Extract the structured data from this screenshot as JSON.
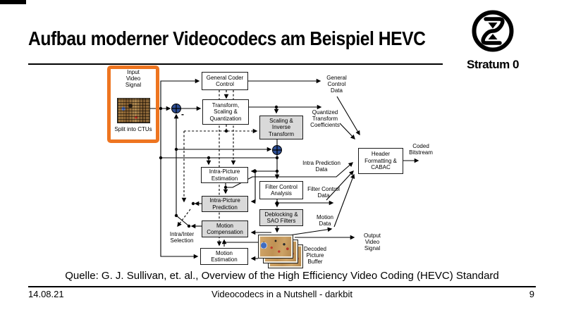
{
  "slide": {
    "title": "Aufbau moderner Videocodecs am Beispiel HEVC",
    "source": "Quelle: G. J. Sullivan, et. al., Overview of the High Efficiency Video Coding (HEVC) Standard",
    "footer": {
      "date": "14.08.21",
      "title": "Videocodecs in a Nutshell - darkbit",
      "page": "9"
    },
    "logo_caption": "Stratum 0"
  },
  "diagram": {
    "boxes": {
      "general_coder_control": "General Coder\nControl",
      "transform_scaling_quantization": "Transform,\nScaling &\nQuantization",
      "scaling_inverse_transform": "Scaling &\nInverse\nTransform",
      "intra_picture_estimation": "Intra-Picture\nEstimation",
      "filter_control_analysis": "Filter Control\nAnalysis",
      "intra_picture_prediction": "Intra-Picture\nPrediction",
      "deblocking_sao_filters": "Deblocking &\nSAO Filters",
      "motion_compensation": "Motion\nCompensation",
      "motion_estimation": "Motion\nEstimation",
      "header_formatting_cabac": "Header\nFormatting &\nCABAC"
    },
    "labels": {
      "input_video_signal": "Input\nVideo\nSignal",
      "split_into_ctus": "Split into CTUs",
      "general_control_data": "General\nControl\nData",
      "quantized_transform_coefficients": "Quantized\nTransform\nCoefficients",
      "intra_prediction_data": "Intra Prediction\nData",
      "filter_control_data": "Filter Control\nData",
      "motion_data": "Motion\nData",
      "coded_bitstream": "Coded\nBitstream",
      "output_video_signal": "Output\nVideo\nSignal",
      "intra_inter_selection": "Intra/Inter\nSelection",
      "decoded_picture_buffer": "Decoded\nPicture\nBuffer",
      "minus": "-"
    }
  },
  "colors": {
    "highlight_orange": "#ee7520",
    "box_gray": "#d9d9d9",
    "junction_blue": "#2e4f96"
  }
}
